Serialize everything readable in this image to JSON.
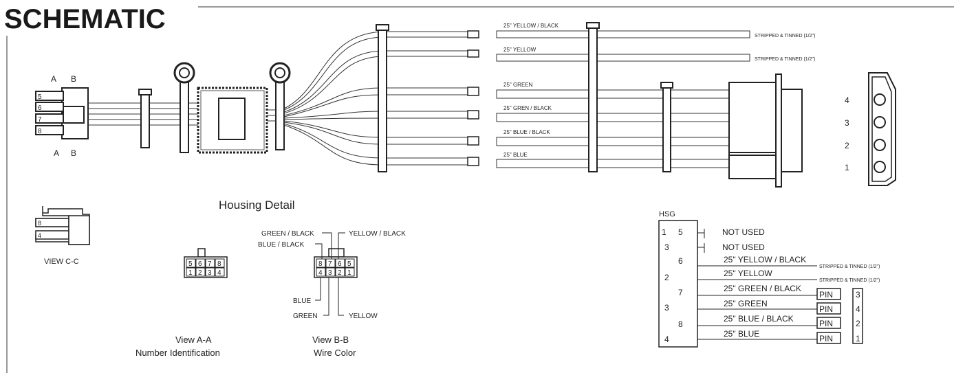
{
  "title": "SCHEMATIC",
  "harness": {
    "left_conn_top_labels": [
      "A",
      "B"
    ],
    "left_conn_bottom_labels": [
      "A",
      "B"
    ],
    "left_conn_pins": [
      "5",
      "6",
      "7",
      "8"
    ],
    "wires": [
      {
        "label": "25\" YELLOW / BLACK",
        "end": "STRIPPED & TINNED (1/2\")"
      },
      {
        "label": "25\" YELLOW",
        "end": "STRIPPED & TINNED (1/2\")"
      },
      {
        "label": "25\" GREEN",
        "end": ""
      },
      {
        "label": "25\" GREN / BLACK",
        "end": ""
      },
      {
        "label": "25\" BLUE / BLACK",
        "end": ""
      },
      {
        "label": "25\" BLUE",
        "end": ""
      }
    ],
    "right_conn_pins": [
      "4",
      "3",
      "2",
      "1"
    ]
  },
  "view_cc": {
    "caption": "VIEW C-C",
    "pins": [
      "8",
      "4"
    ]
  },
  "housing": {
    "title": "Housing Detail",
    "view_a": {
      "top": [
        "5",
        "6",
        "7",
        "8"
      ],
      "bottom": [
        "1",
        "2",
        "3",
        "4"
      ],
      "caption1": "View A-A",
      "caption2": "Number Identification"
    },
    "view_b": {
      "top": [
        "8",
        "7",
        "6",
        "5"
      ],
      "bottom": [
        "4",
        "3",
        "2",
        "1"
      ],
      "lbl_green_black": "GREEN / BLACK",
      "lbl_yellow_black": "YELLOW / BLACK",
      "lbl_blue_black": "BLUE / BLACK",
      "lbl_blue": "BLUE",
      "lbl_green": "GREEN",
      "lbl_yellow": "YELLOW",
      "caption1": "View B-B",
      "caption2": "Wire Color"
    }
  },
  "table": {
    "header": "HSG",
    "rows": [
      {
        "left": "1",
        "pin": "5",
        "label": "NOT USED",
        "end": ""
      },
      {
        "left": "3",
        "pin": "",
        "label": "NOT USED",
        "end": ""
      },
      {
        "left": "",
        "pin": "6",
        "label": "25\" YELLOW / BLACK",
        "end": "STRIPPED & TINNED (1/2\")"
      },
      {
        "left": "2",
        "pin": "",
        "label": "25\" YELLOW",
        "end": "STRIPPED & TINNED (1/2\")"
      },
      {
        "left": "",
        "pin": "7",
        "label": "25\" GREEN / BLACK",
        "end": "PIN"
      },
      {
        "left": "3",
        "pin": "",
        "label": "25\" GREEN",
        "end": "PIN"
      },
      {
        "left": "",
        "pin": "8",
        "label": "25\" BLUE / BLACK",
        "end": "PIN"
      },
      {
        "left": "4",
        "pin": "",
        "label": "25\" BLUE",
        "end": "PIN"
      }
    ],
    "pin_numbers": [
      "3",
      "4",
      "2",
      "1"
    ]
  }
}
